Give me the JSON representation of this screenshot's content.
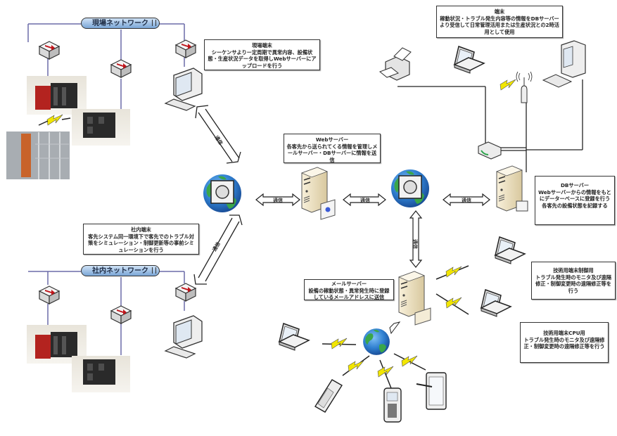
{
  "diagram": {
    "networks": {
      "field": {
        "label": "現場ネットワーク"
      },
      "office": {
        "label": "社内ネットワーク"
      }
    },
    "callouts": {
      "field_terminal": {
        "title": "現場端末",
        "body": "シーケンサよりー定周期で異常内容、設備状態・生産状況データを取得しWebサーバーにアップロードを行う"
      },
      "terminal": {
        "title": "端末",
        "body": "稼動状況・トラブル発生内容等の情報をDBサーバーより受信して日常管理活用または生産状況との2時活用として使用"
      },
      "web_server": {
        "title": "Webサーバー",
        "body": "各客先から送られてくる情報を管理しメールサーバー・DBサーバーに情報を送信"
      },
      "db_server": {
        "title": "DBサーバー",
        "body": "Webサーバーからの情報をもとにデーターベースに登録を行う 各客先の設備状態を記録する"
      },
      "office_terminal": {
        "title": "社内端末",
        "body": "客先システム同一環境下で客先でのトラブル対策をシミュレーション・制御更新等の事前シミュレーションを行う"
      },
      "mail_server": {
        "title": "メールサーバー",
        "body": "設備の稼動状態・異常発生時に登録しているメールアドレスに送信"
      },
      "tech_terminal_control": {
        "title": "技術用端末制御用",
        "body": "トラブル発生時のモニタ及び遠隔修正・制御変更時の遠隔修正等を行う"
      },
      "tech_terminal_cpu": {
        "title": "技術用端末CPU用",
        "body": "トラブル発生時のモニタ及び遠隔修正・制御変更時の遠隔修正等を行う"
      }
    },
    "arrow_labels": {
      "field_to_globe": "通信",
      "office_to_globe": "通信",
      "globe_to_web": "通信",
      "web_to_globe": "通信",
      "globe_to_db": "通信",
      "globe_to_mail": "通信"
    },
    "colors": {
      "network_line": "#6b6ba8",
      "connector": "#222222",
      "lightning": "#f2e600",
      "globe_ocean": "#2f7fd0",
      "globe_land": "#3aa64a",
      "netbar_top": "#cfe2f6",
      "netbar_bottom": "#7aa6d6",
      "server_body": "#efe3c4",
      "plc_red": "#b3231f"
    }
  }
}
